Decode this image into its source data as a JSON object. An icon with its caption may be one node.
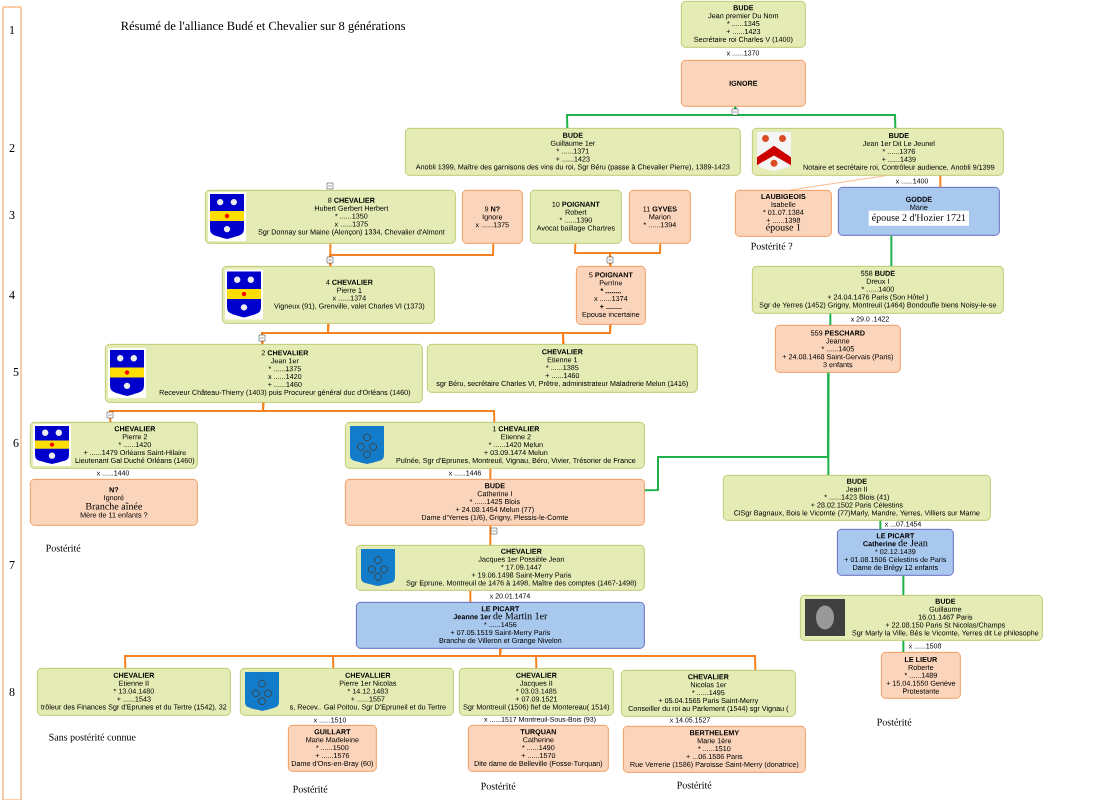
{
  "diagram": {
    "title": "Résumé de l'alliance Budé et Chevalier sur 8 générations",
    "nodes": [
      {
        "text": [
          "BUDE",
          "Jean premier Du Nom",
          "* ......1345",
          "+ ......1423",
          "Secrétaire roi Charles V (1400)"
        ]
      },
      {
        "text": [
          "IGNORE"
        ]
      },
      {
        "text": [
          "BUDE",
          "Guillaume 1er",
          "* ......1371",
          "+ ......1423",
          "Anobli 1399, Maître des garnisons des vins du roi, Sgr Béru (passe à Chevalier Pierre), 1389-1423"
        ]
      },
      {
        "text": [
          "BUDE",
          "Jean 1er Dit Le Jeunel",
          "* ......1376",
          "+ ......1439",
          "Notaire et secrétaire roi, Contrôleur audience, Anobli 9/1399"
        ]
      },
      {
        "text": [
          "8 **CHEVALIER**",
          "Hubert Gerbert Herbert",
          "* ......1350",
          "x ......1375",
          "Sgr Donnay sur Maine (Alençon) 1334, Chevalier d'Almont"
        ]
      },
      {
        "text": [
          "9 **N?**",
          "Ignore",
          "x ......1375"
        ]
      },
      {
        "text": [
          "10 **POIGNANT**",
          "Robert",
          "* ......1390",
          "Avocat baillage Chartres"
        ]
      },
      {
        "text": [
          "11 **GYVES**",
          "Marion",
          "* ......1394"
        ]
      },
      {
        "text": [
          "LAUBIGEOIS",
          "Isabelle",
          "* 01.07.1384",
          "+ ......1398",
          "épouse 1"
        ],
        "beside": [
          "Postérité ?"
        ]
      },
      {
        "text": [
          "GODDE",
          "Marie",
          "épouse 2 d'Hozier 1721"
        ]
      },
      {
        "text": [
          "4 **CHEVALIER**",
          "Pierre 1",
          "x ......1374",
          "Vigneux (91), Grenville, valet Charles VI (1373)"
        ]
      },
      {
        "text": [
          "5 **POIGNANT**",
          "Perrine",
          "* ........",
          "x ......1374",
          "+ ........",
          "Epouse incertaine"
        ]
      },
      {
        "text": [
          "558 **BUDE**",
          "Dreux I",
          "* ......1400",
          "+ 24.04.1476 Paris (Son Hôtel )",
          "Sgr de Yerres (1452) Grigny, Montreuil (1464) Bondoufle biens Noisy-le-se"
        ]
      },
      {
        "text": [
          "559 **PESCHARD**",
          "Jeanne",
          "* ......1405",
          "+ 24.08.1468 Saint-Gervais (Paris)",
          "3 enfants"
        ]
      },
      {
        "text": [
          "2 **CHEVALIER**",
          "Jean 1er",
          "* ......1375",
          "x ......1420",
          "+ ......1460",
          "Receveur Château-Thierry (1403) puis Procureur général duc d'Orléans (1460)"
        ]
      },
      {
        "text": [
          "CHEVALIER",
          "Etienne 1",
          "* ......1385",
          "+ ......1460",
          "sgr Béru, secrétaire Charles VI, Prêtre, administrateur Maladrerie Melun (1416)"
        ]
      },
      {
        "text": [
          "CHEVALIER",
          "Pierre 2",
          "* ......1420",
          "+ ......1479 Orléans Saint-Hilaire",
          "Lieutenant Gal Duché Orléans (1460)"
        ]
      },
      {
        "text": [
          "N?",
          "Ignoré",
          "Branche aînée",
          "Mère de 11 enfants ?"
        ],
        "beside": [
          "Postérité"
        ]
      },
      {
        "text": [
          "1 **CHEVALIER**",
          "Etienne 2",
          "* ......1420 Melun",
          "+ 03.09.1474 Melun",
          "Puînée, Sgr d'Eprunes, Montreuil, Vignau, Béru, Vivier, Trésorier de France"
        ]
      },
      {
        "text": [
          "BUDE",
          "Catherine I",
          "* ......1425 Blois",
          "+ 24.08.1454 Melun (77)",
          "Dame d'Yerres (1/6), Grigny, Plessis-le-Comte"
        ]
      },
      {
        "text": [
          "BUDE",
          "Jean II",
          "* ......1423 Blois (41)",
          "+ 28.02.1502 Paris Célestins",
          "ClSgr Bagnaux, Bois le Vicomte (77)Marly, Mandre, Yerres, Villiers sur Marne"
        ]
      },
      {
        "text": [
          "LE PICART",
          "Catherine",
          "de Jean",
          "* 02.12.1439",
          "+ 01.08.1506 Célestins de Paris",
          "Dame de Brégy 12 enfants"
        ]
      },
      {
        "text": [
          "CHEVALIER",
          "Jacques 1er Possible Jean",
          "* 17.09.1447",
          "+ 19.06.1498 Saint-Merry Paris",
          "Sgr Eprune, Montreuil de 1476 à 1498, Maître des comptes (1467-1498)"
        ]
      },
      {
        "text": [
          "LE PICART",
          "Jeanne 1er",
          "de Martin 1er",
          "* ......1456",
          "+ 07.05.1519 Saint-Merry Paris",
          "Branche de Villeron et Grange Nivelon"
        ]
      },
      {
        "text": [
          "BUDE",
          "Guillaume",
          "16.01.1467 Paris",
          "+ 22.08.150 Paris St Nicolas/Champs",
          "Sgr Marly la Ville, Bès le Vicomte, Yerres dit Le philosophe"
        ]
      },
      {
        "text": [
          "LE LIEUR",
          "Roberte",
          "* ......1489",
          "+ 15.04.1550 Genève",
          "Protestante"
        ],
        "beside": [
          "Postérité"
        ]
      },
      {
        "text": [
          "CHEVALIER",
          "Etienne II",
          "* 13.04.1480",
          "+ ......1543",
          "trôleur des Finances Sgr d'Eprunes et du Tertre (1542), 32"
        ],
        "beside": [
          "Sans postérité connue"
        ]
      },
      {
        "text": [
          "CHEVALLIER",
          "Pierre 1er Nicolas",
          "* 14.12.1483",
          "+ ......1557",
          "s, Recev.. Gal Poitou, Sgr D'Epruneil et du Tertre"
        ]
      },
      {
        "text": [
          "GUILLART",
          "Marie Madeleine",
          "* ......1500",
          "+ ......1576",
          "Dame d'Ons-en-Bray (60)"
        ],
        "beside": [
          "Postérité"
        ]
      },
      {
        "text": [
          "CHEVALIER",
          "Jacques II",
          "* 03.03.1485",
          "+ 07.09.1521",
          "Sgr Montreuil (1506) fief de Montereau( 1514)"
        ]
      },
      {
        "text": [
          "TURQUAN",
          "Catherine",
          "* ......1490",
          "+ ......1570",
          "Dite dame de Belleville (Fosse-Turquan)"
        ],
        "beside": [
          "Postérité"
        ]
      },
      {
        "text": [
          "CHEVALIER",
          "Nicolas 1er",
          "* ......1495",
          "+ 05.04.1565 Paris Saint-Merry",
          "Conseiller du roi au Parlement (1544) sgr Vignau ("
        ]
      },
      {
        "text": [
          "BERTHELEMY",
          "Marie 1ère",
          "* ......1510",
          "+ ...06.1586 Paris",
          "Rue Verrerie (1586) Paroisse Saint-Merry (donatrice)"
        ],
        "beside": [
          "Postérité"
        ]
      }
    ],
    "edges": [
      {
        "from": 1,
        "to": 2,
        "arrow": "none",
        "color": "#1db34a"
      },
      {
        "from": 1,
        "to": 3,
        "arrow": "none",
        "color": "#1db34a"
      },
      {
        "from": 3,
        "to": 8,
        "arrow": "none",
        "color": "#f7a874"
      },
      {
        "from": 3,
        "to": 9,
        "arrow": "none"
      },
      {
        "from": 4,
        "to": 10,
        "arrow": "none"
      },
      {
        "from": 5,
        "to": 10,
        "arrow": "none"
      },
      {
        "from": 6,
        "to": 11,
        "arrow": "none"
      },
      {
        "from": 7,
        "to": 11,
        "arrow": "none"
      },
      {
        "from": 9,
        "to": 12,
        "arrow": "none",
        "color": "#1db34a"
      },
      {
        "from": 10,
        "to": 14,
        "arrow": "none"
      },
      {
        "from": 11,
        "to": 14,
        "arrow": "none"
      },
      {
        "from": 10,
        "to": 15,
        "arrow": "none"
      },
      {
        "from": 11,
        "to": 15,
        "arrow": "none"
      },
      {
        "from": 12,
        "to": 13,
        "arrow": "none",
        "color": "#1db34a"
      },
      {
        "from": 14,
        "to": 16,
        "arrow": "none"
      },
      {
        "from": 14,
        "to": 18,
        "arrow": "none"
      },
      {
        "from": 13,
        "to": 20,
        "arrow": "none",
        "color": "#1db34a"
      },
      {
        "from": 13,
        "to": 19,
        "arrow": "none",
        "color": "#1db34a"
      },
      {
        "from": 18,
        "to": 19,
        "arrow": "none"
      },
      {
        "from": 19,
        "to": 22,
        "arrow": "none"
      },
      {
        "from": 20,
        "to": 21,
        "arrow": "none",
        "color": "#1db34a"
      },
      {
        "from": 22,
        "to": 23,
        "arrow": "none"
      },
      {
        "from": 21,
        "to": 24,
        "arrow": "none",
        "color": "#1db34a"
      },
      {
        "from": 24,
        "to": 25,
        "arrow": "none",
        "color": "#1db34a"
      },
      {
        "from": 23,
        "to": 26,
        "arrow": "none"
      },
      {
        "from": 23,
        "to": 27,
        "arrow": "none"
      },
      {
        "from": 23,
        "to": 29,
        "arrow": "none"
      },
      {
        "from": 23,
        "to": 31,
        "arrow": "none"
      }
    ],
    "labels": [
      "1",
      "x ......1370",
      "2",
      "3",
      "x ......1400",
      "4",
      "x 29.0 .1422",
      "5",
      "6",
      "x ......1440",
      "x ......1446",
      "x ...07.1454",
      "7",
      "x 20.01.1474",
      "x ......1508",
      "8",
      "x ......1510",
      "x ......1517 Montreuil-Sous-Bois (93)",
      "x 14.05.1527"
    ]
  }
}
